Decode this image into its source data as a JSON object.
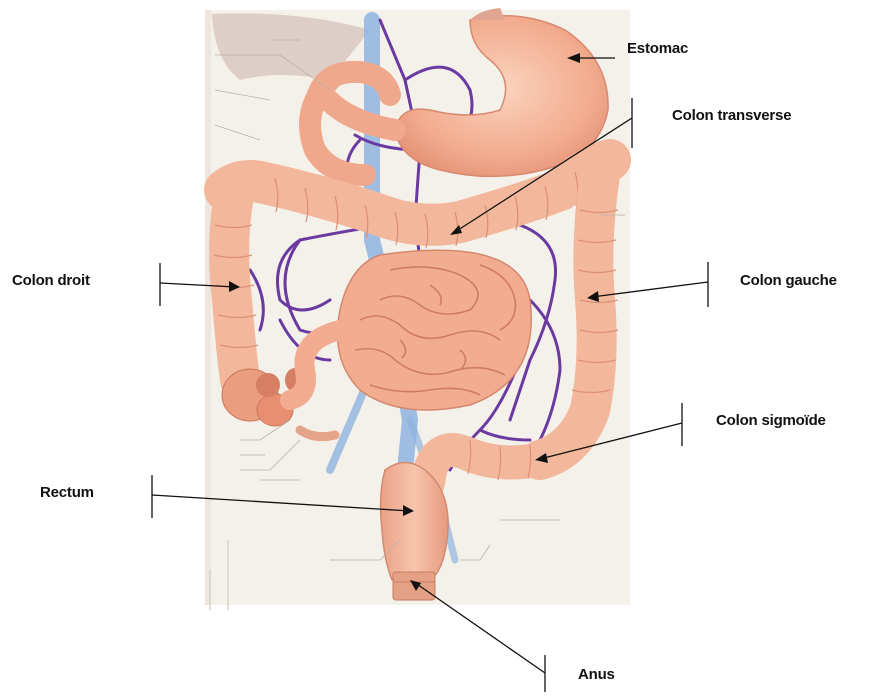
{
  "labels": {
    "estomac": "Estomac",
    "colon_transverse": "Colon transverse",
    "colon_droit": "Colon droit",
    "colon_gauche": "Colon gauche",
    "colon_sigmoide": "Colon sigmoïde",
    "rectum": "Rectum",
    "anus": "Anus"
  },
  "colors": {
    "organ_fill": "#f4b89c",
    "organ_dark": "#e0907a",
    "organ_light": "#fbd6c4",
    "vessel_purple": "#6a3aa0",
    "vessel_blue": "#8fb4e0",
    "background_tint": "#f3efe9",
    "line": "#111111"
  }
}
